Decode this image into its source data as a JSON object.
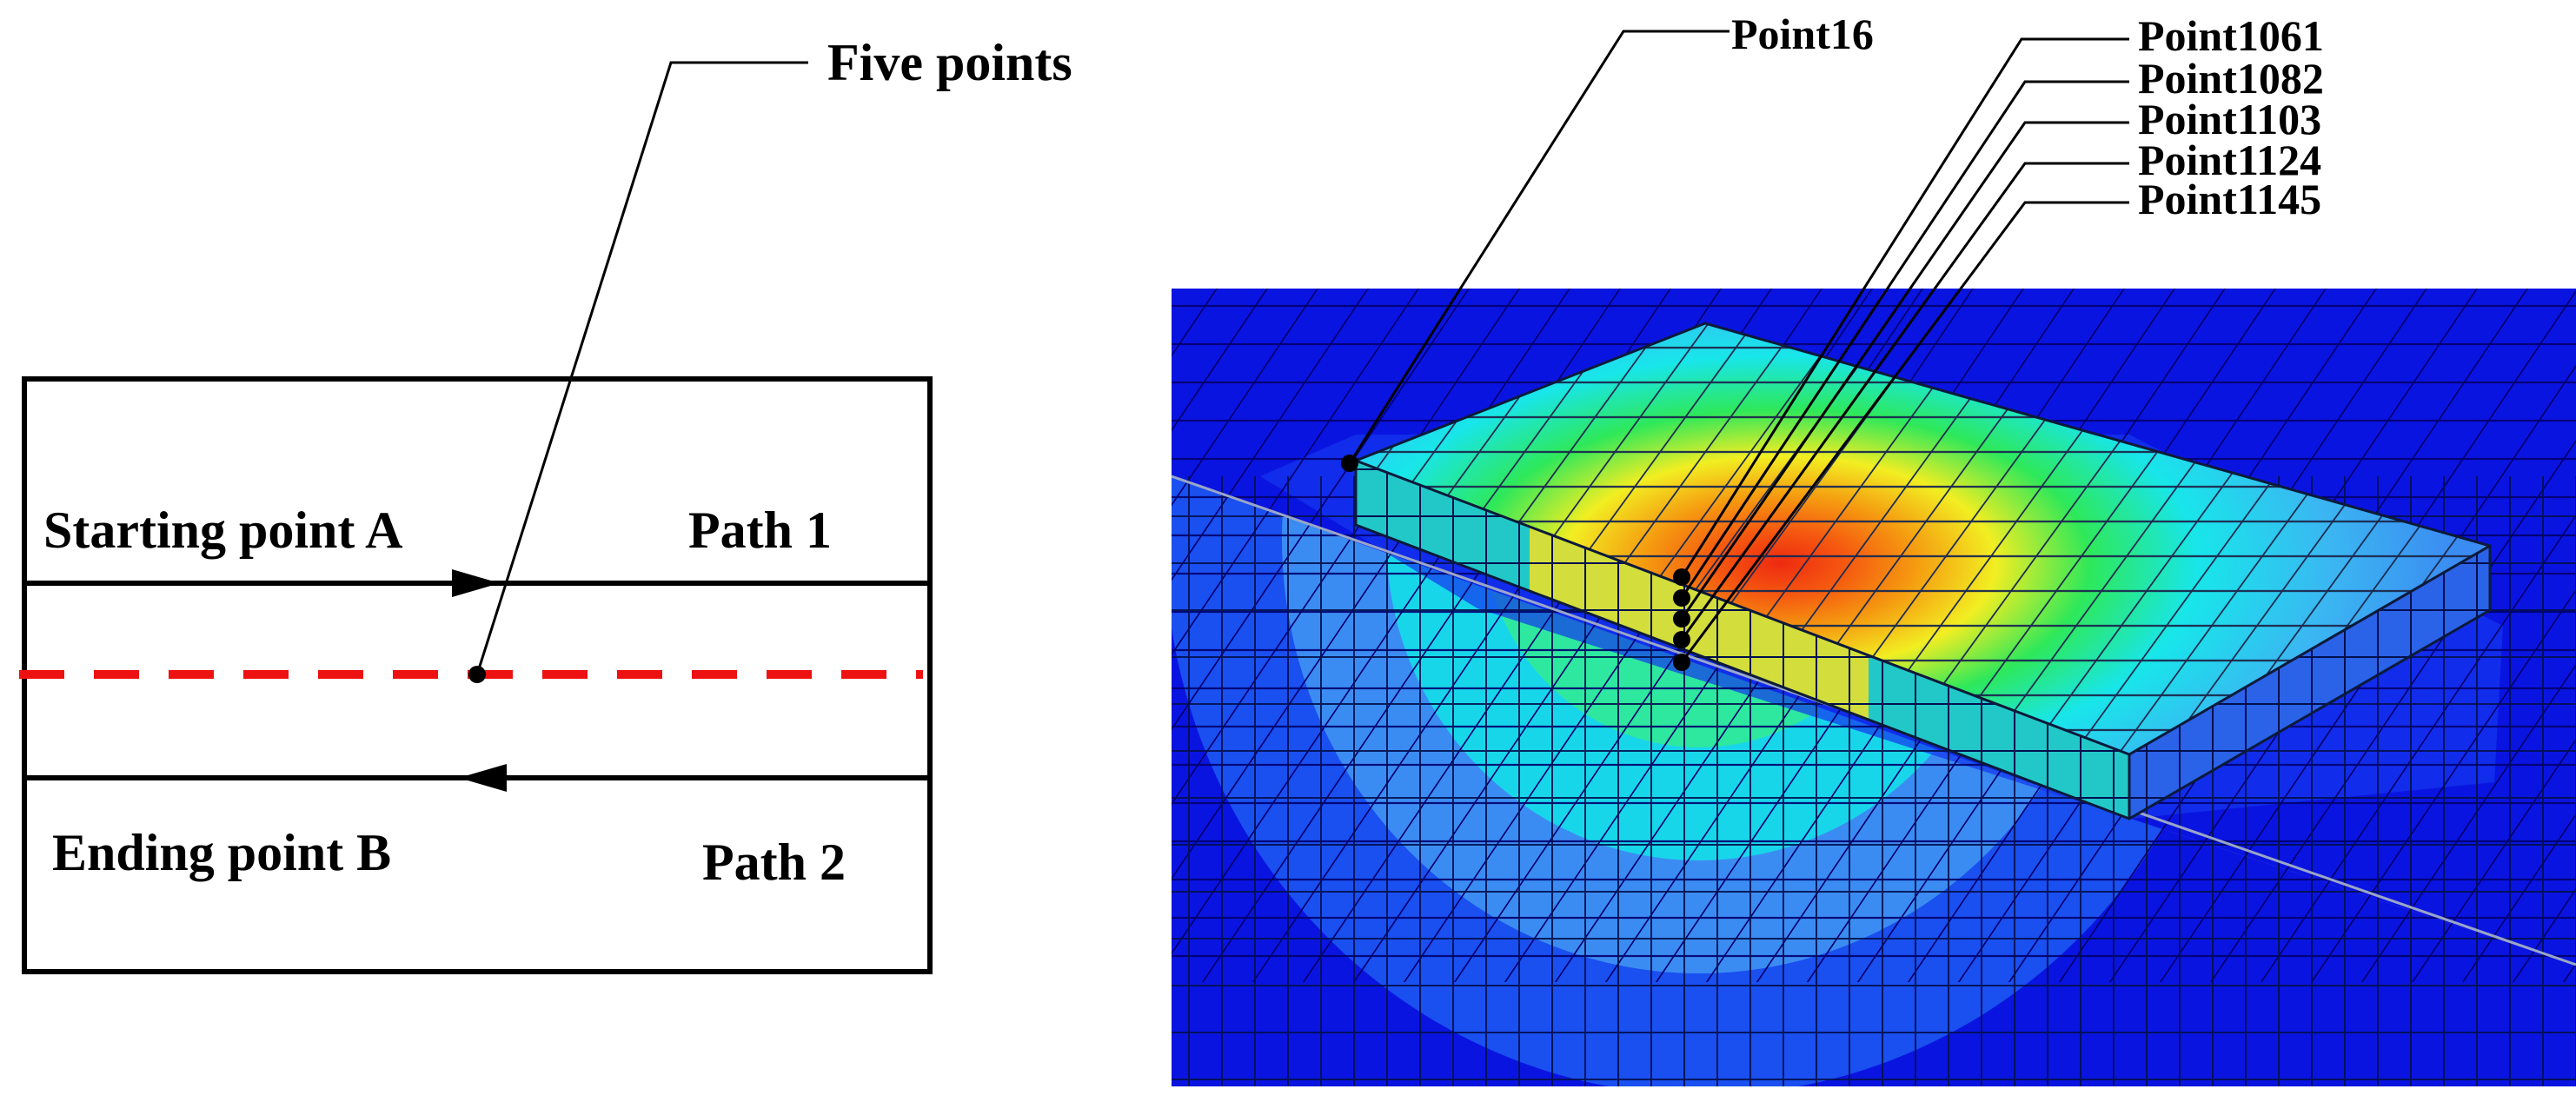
{
  "left_panel": {
    "callout": "Five points",
    "start_label": "Starting point A",
    "end_label": "Ending point B",
    "path1": "Path 1",
    "path2": "Path 2"
  },
  "right_panel": {
    "point_labels": [
      "Point16",
      "Point1061",
      "Point1082",
      "Point1103",
      "Point1124",
      "Point1145"
    ]
  },
  "colors": {
    "deep_blue": "#0a14e0",
    "blue": "#1f55ee",
    "light_blue": "#3b8cf2",
    "cyan": "#18e6ea",
    "green": "#2ee85a",
    "yellow": "#f2ee22",
    "orange": "#f59a10",
    "red": "#ee2a10",
    "dashed_line": "#ee1111"
  }
}
